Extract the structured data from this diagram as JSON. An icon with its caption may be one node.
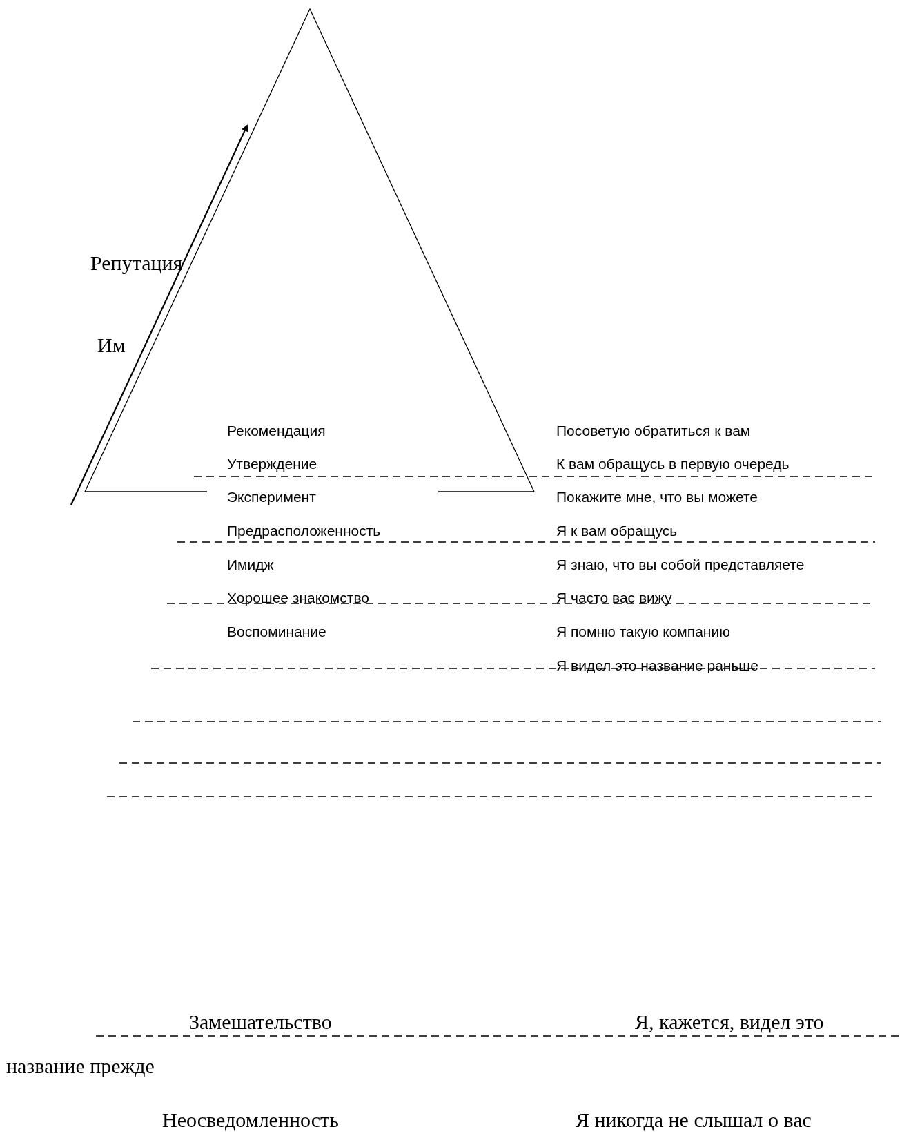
{
  "diagram": {
    "labels": [
      "Репутация",
      "Им",
      "Рекомендация",
      "Посоветую обратиться к вам",
      "Утверждение",
      "К вам обращусь в первую очередь",
      "Эксперимент",
      "Покажите мне, что вы можете",
      "Предрасположенность",
      "Я к вам обращусь",
      "Имидж",
      "Я знаю, что вы собой представляете",
      "Хорошее знакомство",
      "Я часто вас вижу",
      "Воспоминание",
      "Я помню такую компанию",
      "Я видел это название раньше",
      "Замешательство",
      "Я, кажется, видел это название прежде",
      "Неосведомленность",
      "Я никогда не слышал о вас"
    ]
  }
}
